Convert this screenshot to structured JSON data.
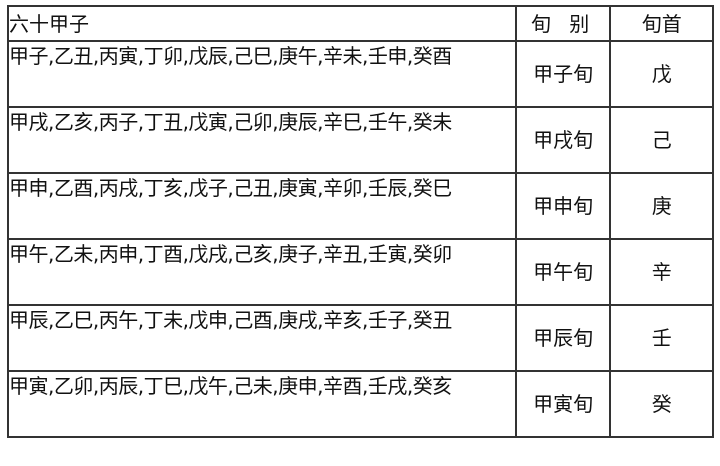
{
  "table": {
    "headers": {
      "sequence": "六十甲子",
      "xun": "旬 别",
      "xun_head": "旬首"
    },
    "rows": [
      {
        "sequence": "甲子,乙丑,丙寅,丁卯,戊辰,己巳,庚午,辛未,壬申,癸酉",
        "xun": "甲子旬",
        "xun_head": "戊"
      },
      {
        "sequence": "甲戌,乙亥,丙子,丁丑,戊寅,己卯,庚辰,辛巳,壬午,癸未",
        "xun": "甲戌旬",
        "xun_head": "己"
      },
      {
        "sequence": "甲申,乙酉,丙戌,丁亥,戊子,己丑,庚寅,辛卯,壬辰,癸巳",
        "xun": "甲申旬",
        "xun_head": "庚"
      },
      {
        "sequence": "甲午,乙未,丙申,丁酉,戊戌,己亥,庚子,辛丑,壬寅,癸卯",
        "xun": "甲午旬",
        "xun_head": "辛"
      },
      {
        "sequence": "甲辰,乙巳,丙午,丁未,戊申,己酉,庚戌,辛亥,壬子,癸丑",
        "xun": "甲辰旬",
        "xun_head": "壬"
      },
      {
        "sequence": "甲寅,乙卯,丙辰,丁巳,戊午,己未,庚申,辛酉,壬戌,癸亥",
        "xun": "甲寅旬",
        "xun_head": "癸"
      }
    ]
  }
}
